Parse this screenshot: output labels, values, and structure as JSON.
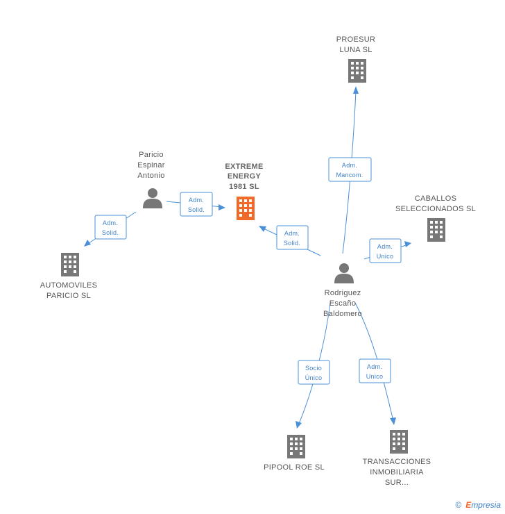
{
  "nodes": {
    "extreme": {
      "lines": [
        "EXTREME",
        "ENERGY",
        "1981 SL"
      ]
    },
    "proesur": {
      "lines": [
        "PROESUR",
        "LUNA SL"
      ]
    },
    "caballos": {
      "lines": [
        "CABALLOS",
        "SELECCIONADOS SL"
      ]
    },
    "automoviles": {
      "lines": [
        "AUTOMOVILES",
        "PARICIO SL"
      ]
    },
    "pipool": {
      "lines": [
        "PIPOOL ROE SL"
      ]
    },
    "transacciones": {
      "lines": [
        "TRANSACCIONES",
        "INMOBILIARIA",
        "SUR..."
      ]
    },
    "paricio": {
      "lines": [
        "Paricio",
        "Espinar",
        "Antonio"
      ]
    },
    "rodriguez": {
      "lines": [
        "Rodriguez",
        "Escaño",
        "Baldomero"
      ]
    }
  },
  "edges": [
    {
      "id": "paricio-extreme",
      "lines": [
        "Adm.",
        "Solid."
      ]
    },
    {
      "id": "paricio-automoviles",
      "lines": [
        "Adm.",
        "Solid."
      ]
    },
    {
      "id": "rodriguez-extreme",
      "lines": [
        "Adm.",
        "Solid."
      ]
    },
    {
      "id": "rodriguez-proesur",
      "lines": [
        "Adm.",
        "Mancom."
      ]
    },
    {
      "id": "rodriguez-caballos",
      "lines": [
        "Adm.",
        "Unico"
      ]
    },
    {
      "id": "rodriguez-pipool",
      "lines": [
        "Socio",
        "Único"
      ]
    },
    {
      "id": "rodriguez-transacciones",
      "lines": [
        "Adm.",
        "Unico"
      ]
    }
  ],
  "colors": {
    "company": "#777777",
    "main_company": "#f26a2a",
    "person": "#777777",
    "edge": "#4a90d9"
  },
  "footer": {
    "copyright": "©",
    "brand_first": "E",
    "brand_rest": "mpresia"
  }
}
